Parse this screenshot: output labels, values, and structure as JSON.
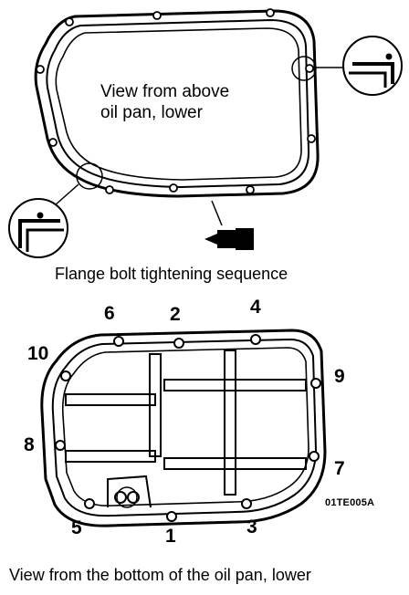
{
  "top_view": {
    "label_line1": "View from above",
    "label_line2": "oil pan, lower"
  },
  "captions": {
    "top": "Flange bolt tightening sequence",
    "bottom": "View from the bottom of the oil pan, lower"
  },
  "figure_code": "01TE005A",
  "sequence_numbers": {
    "n1": "1",
    "n2": "2",
    "n3": "3",
    "n4": "4",
    "n5": "5",
    "n6": "6",
    "n7": "7",
    "n8": "8",
    "n9": "9",
    "n10": "10"
  }
}
